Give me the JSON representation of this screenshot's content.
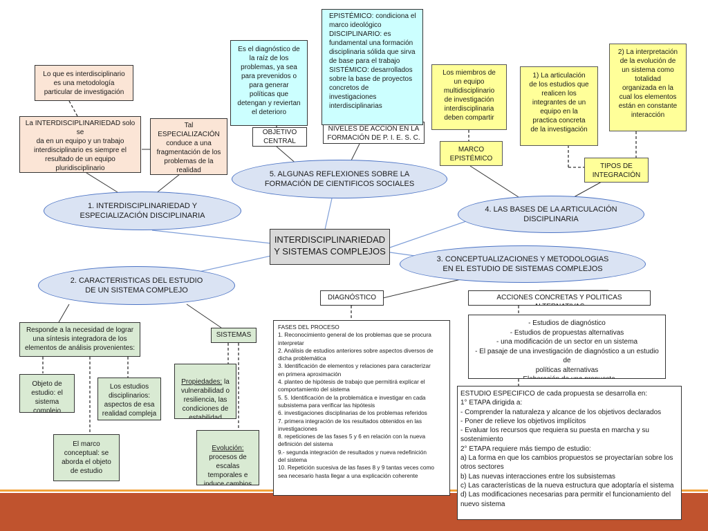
{
  "center": "INTERDISCIPLINARIEDAD\nY SISTEMAS COMPLEJOS",
  "ellipses": {
    "e1": "1. INTERDISCIPLINARIEDAD Y\nESPECIALIZACIÓN DISCIPLINARIA",
    "e2": "2. CARACTERISTICAS DEL ESTUDIO\nDE UN SISTEMA COMPLEJO",
    "e3": "3. CONCEPTUALIZACIONES Y METODOLOGIAS\nEN EL ESTUDIO DE SISTEMAS COMPLEJOS",
    "e4": "4. LAS BASES DE LA ARTICULACIÓN\nDISCIPLINARIA",
    "e5": "5. ALGUNAS REFLEXIONES SOBRE LA\nFORMACIÓN DE CIENTIFICOS SOCIALES"
  },
  "boxes": {
    "metodologia": "Lo que es interdisciplinario\nes una metodología\nparticular de investigación",
    "interdisciplinariedad": "La INTERDISCIPLINARIEDAD solo se\nda en un equipo y un trabajo\ninterdisciplinario es siempre el\nresultado de un equipo\npluridisciplinario",
    "especializacion": "Tal ESPECIALIZACIÓN\nconduce a una\nfragmentación de los\nproblemas de la\nrealidad",
    "diagnostico_raiz": "Es el diagnóstico de\nla raíz de los\nproblemas, ya sea\npara prevenidos o\npara generar\npolíticas que\ndetengan y reviertan\nel deterioro",
    "objetivo": "OBJETIVO\nCENTRAL",
    "epistemico": "EPISTÉMICO: condiciona el\nmarco ideológico\nDISCIPLINARIO: es\nfundamental una formación\ndisciplinaria sólida que sirva\nde base para el trabajo\nSISTÉMICO: desarrollados\nsobre la base de proyectos\nconcretos de\ninvestigaciones\ninterdisciplinarias",
    "niveles": "NIVELES DE ACCIÓN EN LA\nFORMACIÓN DE P. I. E. S. C.",
    "miembros": "Los miembros de\nun equipo\nmultidisciplinario\nde investigación\ninterdisciplinaria\ndeben compartir",
    "marco_epistemico": "MARCO\nEPISTÉMICO",
    "articulacion": "1) La articulación\nde los estudios que\nrealicen los\nintegrantes de un\nequipo en la\npractica concreta\nde la investigación",
    "interpretacion": "2) La interpretación\nde la evolución de\nun sistema como\ntotalidad\norganizada en la\ncual los elementos\nestán en constante\ninteracción",
    "tipos": "TIPOS DE\nINTEGRACIÓN",
    "responde": "Responde a la necesidad de lograr\nuna síntesis integradora de los\nelementos de análisis provenientes:",
    "objeto": "Objeto de\nestudio: el\nsistema complejo",
    "estudios_disc": "Los estudios\ndisciplinarios:\naspectos de esa\nrealidad compleja",
    "marco_conceptual": "El marco\nconceptual: se\naborda el objeto\nde estudio",
    "sistemas": "SISTEMAS",
    "propiedades_label": "Propiedades:",
    "propiedades_text": " la\nvulnerabilidad o\nresiliencia, las\ncondiciones de\nestabilidad",
    "evolucion_label": "Evolución:",
    "evolucion_text": "\nprocesos de\nescalas\ntemporales e\ninduce cambios",
    "diagnostico": "DIAGNÓSTICO",
    "acciones": "ACCIONES CONCRETAS Y POLITICAS ALTERNATIVAS",
    "fases": "FASES DEL PROCESO\n1. Reconocimiento general de los problemas que se procura\ninterpretar\n2. Análisis de estudios anteriores sobre aspectos diversos de\ndicha problemática\n3. Identificación de elementos y relaciones para caracterizar\nen primera aproximación\n4. planteo de hipótesis de trabajo que permitirá explicar el\ncomportamiento del sistema\n5. 5. Identificación de la problemática e investigar en cada\nsubsistema para verificar las hipótesis\n6. investigaciones disciplinarias de los problemas referidos\n7. primera integración de los resultados obtenidos en las\ninvestigaciones\n8. repeticiones de las fases 5 y 6 en relación con la nueva\ndefinición del sistema\n9.- segunda integración de resultados y nueva redefinición\ndel sistema\n10. Repetición sucesiva de las fases 8 y 9 tantas veces como\nsea necesario hasta llegar a una explicación coherente",
    "estudios_diag": "- Estudios de diagnóstico\n- Estudios de propuestas alternativas\n- una modificación de un sector en un sistema\n- El pasaje de una investigación de diagnóstico a un estudio de\npolíticas alternativas\n- Elaboración de una propuesta",
    "estudio_especifico": "ESTUDIO ESPECIFICO de cada propuesta se desarrolla en:\n1° ETAPA dirigida a:\n- Comprender la naturaleza y alcance de los objetivos declarados\n- Poner de relieve los objetivos implícitos\n- Evaluar los recursos que requiera su puesta en marcha y su sostenimiento\n2° ETAPA requiere más tiempo de estudio:\na) La forma en que los cambios propuestos se proyectarían sobre los otros sectores\nb) Las nuevas interacciones entre los subsistemas\nc) Las características de la nueva estructura que adoptaría el sistema\nd) Las modificaciones necesarias para permitir el funcionamiento del nuevo sistema"
  }
}
